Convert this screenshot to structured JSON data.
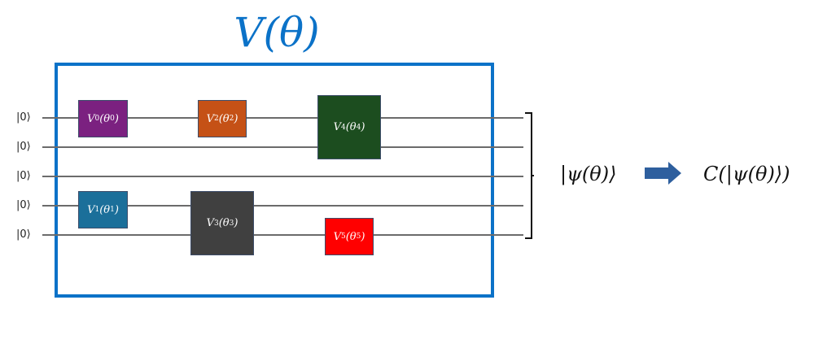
{
  "title": "V(θ)",
  "qubits": [
    {
      "label": "|0⟩"
    },
    {
      "label": "|0⟩"
    },
    {
      "label": "|0⟩"
    },
    {
      "label": "|0⟩"
    },
    {
      "label": "|0⟩"
    }
  ],
  "gates": [
    {
      "name": "V",
      "index": "0",
      "param": "θ",
      "color": "#7b2180",
      "qubits": [
        0
      ]
    },
    {
      "name": "V",
      "index": "1",
      "param": "θ",
      "color": "#1b6f9a",
      "qubits": [
        3
      ]
    },
    {
      "name": "V",
      "index": "2",
      "param": "θ",
      "color": "#c55116",
      "qubits": [
        0
      ]
    },
    {
      "name": "V",
      "index": "3",
      "param": "θ",
      "color": "#404040",
      "qubits": [
        3,
        4
      ]
    },
    {
      "name": "V",
      "index": "4",
      "param": "θ",
      "color": "#1c4d1f",
      "qubits": [
        0,
        1
      ]
    },
    {
      "name": "V",
      "index": "5",
      "param": "θ",
      "color": "#ff0000",
      "qubits": [
        4
      ]
    }
  ],
  "output_state": "|ψ(θ)⟩",
  "cost_function": "C(|ψ(θ)⟩)",
  "colors": {
    "frame": "#0b72c8",
    "arrow": "#2e5f9e",
    "wire": "#6b6b6b"
  }
}
